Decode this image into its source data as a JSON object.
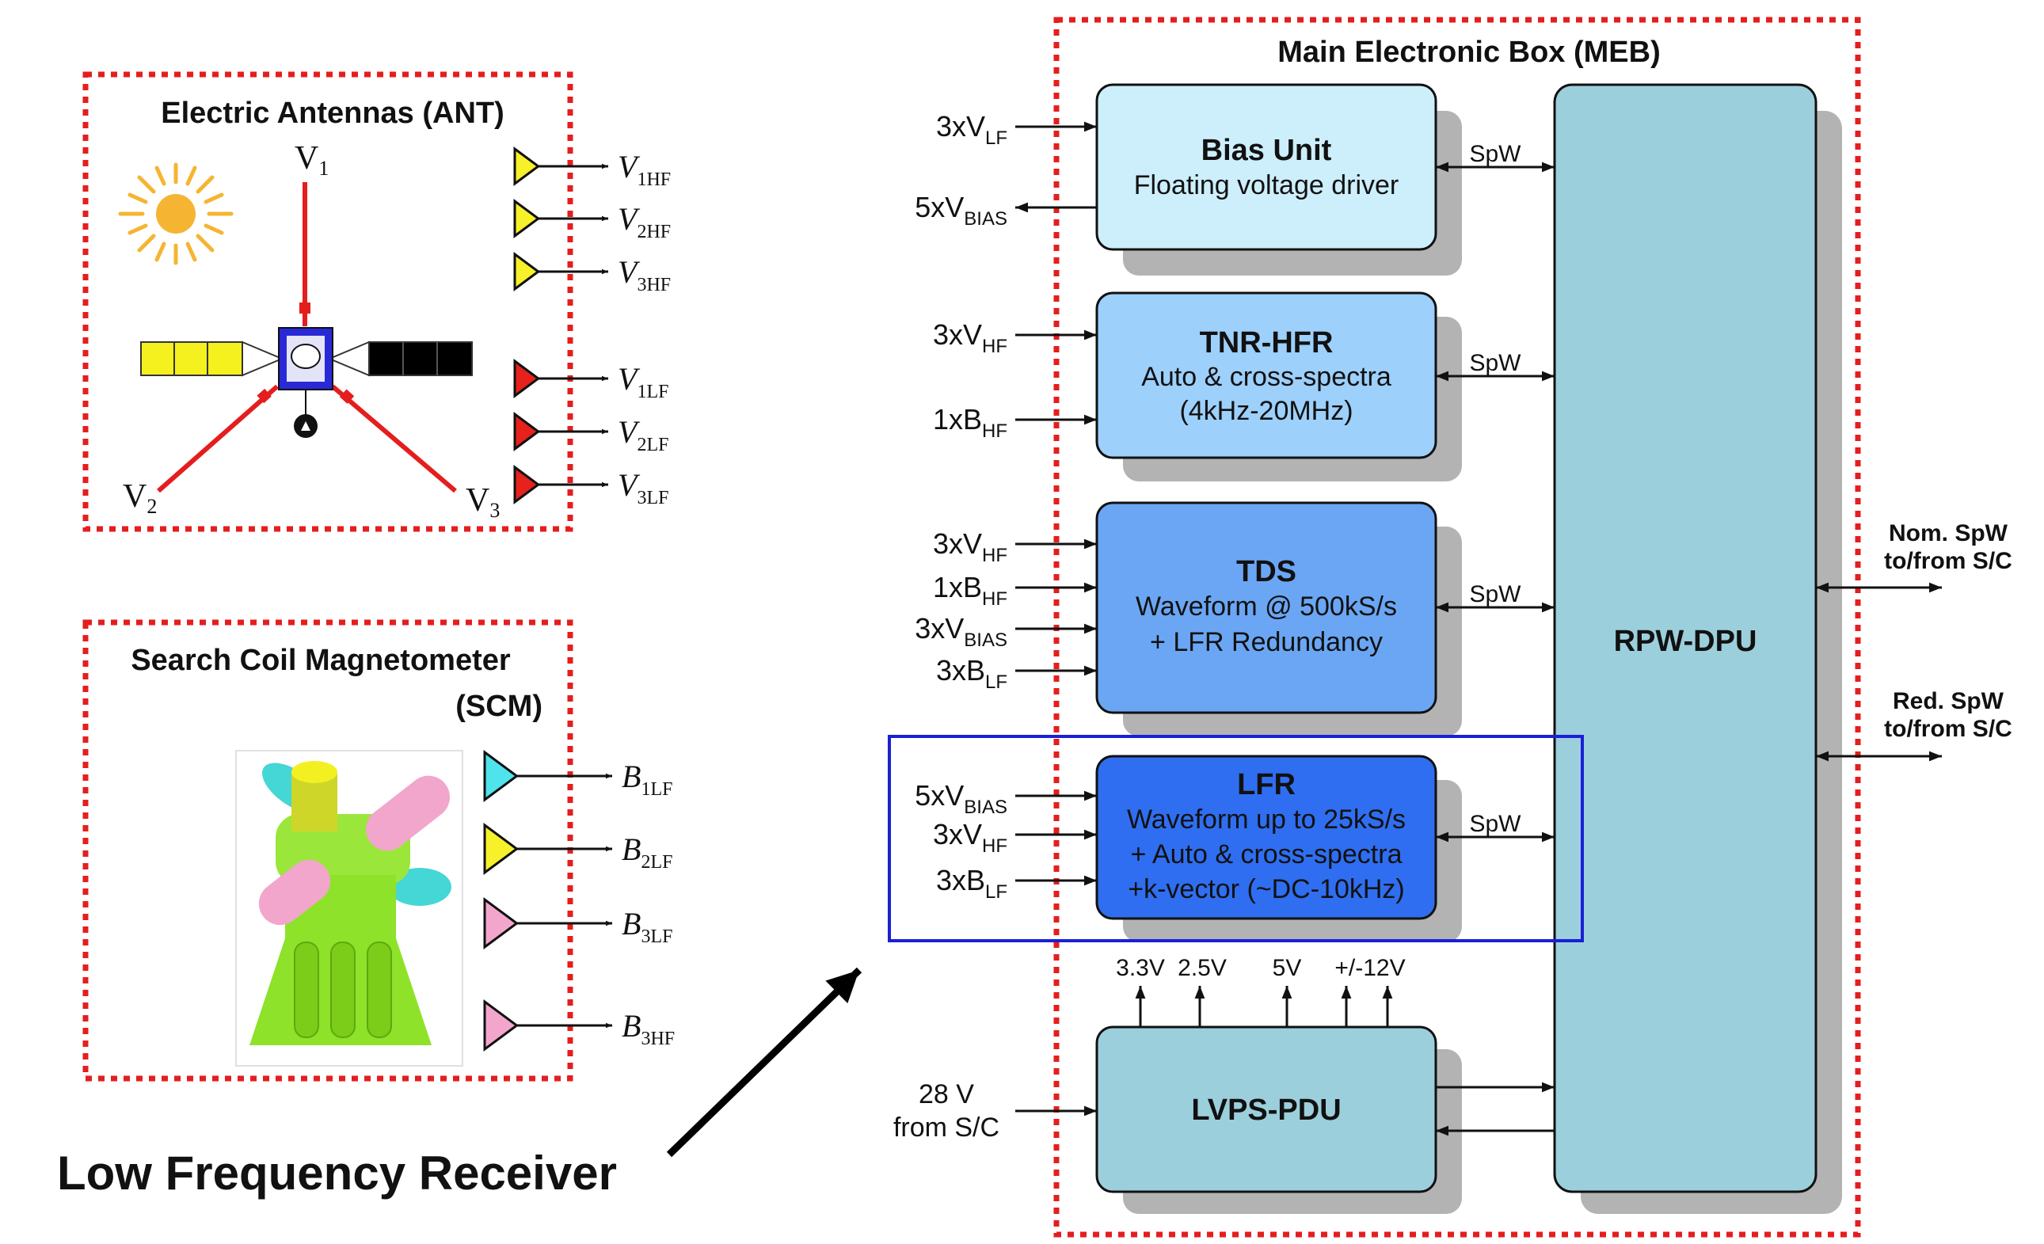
{
  "colors": {
    "red": "#e41e1e",
    "blue_highlight": "#1a1fd6",
    "bias_fill": "#cdeefb",
    "tnr_fill": "#9dd0fb",
    "tds_fill": "#6aa6f4",
    "lfr_fill": "#2f6ef0",
    "dpu_fill": "#9ccfdc",
    "lvps_fill": "#9ccfdc",
    "shadow": "#b3b3b3",
    "yellow": "#f4f11e",
    "tri_yellow": "#f6f12a",
    "tri_red": "#e5221c",
    "tri_cyan": "#4fe4ec",
    "tri_pink": "#f2a6cc"
  },
  "ant": {
    "title": "Electric Antennas (ANT)",
    "v1": "V",
    "v1_sub": "1",
    "v2": "V",
    "v2_sub": "2",
    "v3": "V",
    "v3_sub": "3",
    "outputs": [
      {
        "main": "V",
        "sub": "1HF",
        "color": "yellow"
      },
      {
        "main": "V",
        "sub": "2HF",
        "color": "yellow"
      },
      {
        "main": "V",
        "sub": "3HF",
        "color": "yellow"
      },
      {
        "main": "V",
        "sub": "1LF",
        "color": "red"
      },
      {
        "main": "V",
        "sub": "2LF",
        "color": "red"
      },
      {
        "main": "V",
        "sub": "3LF",
        "color": "red"
      }
    ]
  },
  "scm": {
    "title_line1": "Search Coil Magnetometer",
    "title_line2": "(SCM)",
    "outputs": [
      {
        "main": "B",
        "sub": "1LF",
        "color": "cyan"
      },
      {
        "main": "B",
        "sub": "2LF",
        "color": "yellow"
      },
      {
        "main": "B",
        "sub": "3LF",
        "color": "pink"
      },
      {
        "main": "B",
        "sub": "3HF",
        "color": "pink"
      }
    ]
  },
  "callout": "Low Frequency Receiver",
  "meb": {
    "title": "Main Electronic Box (MEB)",
    "blocks": {
      "bias": {
        "title": "Bias Unit",
        "lines": [
          "Floating voltage driver"
        ]
      },
      "tnr": {
        "title": "TNR-HFR",
        "lines": [
          "Auto & cross-spectra",
          "(4kHz-20MHz)"
        ]
      },
      "tds": {
        "title": "TDS",
        "lines": [
          "Waveform @ 500kS/s",
          "+ LFR Redundancy"
        ]
      },
      "lfr": {
        "title": "LFR",
        "lines": [
          "Waveform up to 25kS/s",
          "+ Auto & cross-spectra",
          "+k-vector (~DC-10kHz)"
        ]
      },
      "lvps": {
        "title": "LVPS-PDU"
      },
      "dpu": {
        "title": "RPW-DPU"
      }
    },
    "spw_label": "SpW",
    "inputs": {
      "bias": [
        {
          "main": "3xV",
          "sub": "LF",
          "dir": "in"
        },
        {
          "main": "5xV",
          "sub": "BIAS",
          "dir": "out"
        }
      ],
      "tnr": [
        {
          "main": "3xV",
          "sub": "HF"
        },
        {
          "main": "1xB",
          "sub": "HF"
        }
      ],
      "tds": [
        {
          "main": "3xV",
          "sub": "HF"
        },
        {
          "main": "1xB",
          "sub": "HF"
        },
        {
          "main": "3xV",
          "sub": "BIAS"
        },
        {
          "main": "3xB",
          "sub": "LF"
        }
      ],
      "lfr": [
        {
          "main": "5xV",
          "sub": "BIAS"
        },
        {
          "main": "3xV",
          "sub": "HF"
        },
        {
          "main": "3xB",
          "sub": "LF"
        }
      ],
      "lvps": [
        "28 V",
        "from S/C"
      ]
    },
    "voltages": [
      "3.3V",
      "2.5V",
      "5V",
      "+/-12V"
    ],
    "external": [
      {
        "line1": "Nom. SpW",
        "line2": "to/from S/C"
      },
      {
        "line1": "Red. SpW",
        "line2": "to/from S/C"
      }
    ]
  }
}
